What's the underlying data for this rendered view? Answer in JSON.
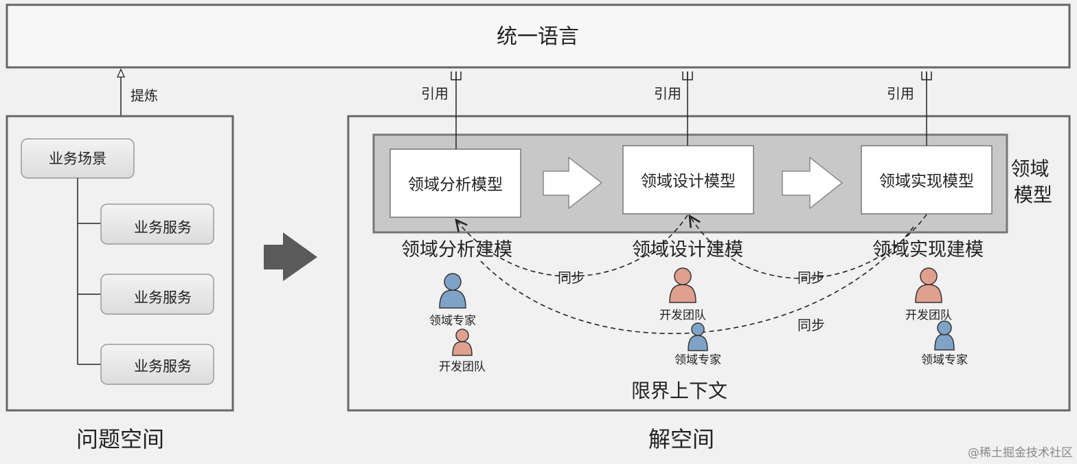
{
  "ubiquitous_language": "统一语言",
  "refine_label": "提炼",
  "reference_label": "引用",
  "problem_space": {
    "title": "问题空间",
    "scenario": "业务场景",
    "services": [
      "业务服务",
      "业务服务",
      "业务服务"
    ]
  },
  "solution_space": {
    "title": "解空间",
    "bounded_context": "限界上下文",
    "domain_model_label": "领域模型",
    "models": [
      "领域分析模型",
      "领域设计模型",
      "领域实现模型"
    ],
    "activities": [
      "领域分析建模",
      "领域设计建模",
      "领域实现建模"
    ],
    "sync_label": "同步",
    "roles": {
      "domain_expert": "领域专家",
      "dev_team": "开发团队"
    }
  },
  "watermark": "@稀土掘金技术社区",
  "colors": {
    "border": "#666666",
    "box_fill": "#ffffff",
    "domain_model_fill": "#c8c8c8",
    "service_fill": "#e6e6e6",
    "arrow_fill": "#5a5a5a",
    "expert_blue": "#7fa3c6",
    "dev_pink": "#dfa08e"
  }
}
